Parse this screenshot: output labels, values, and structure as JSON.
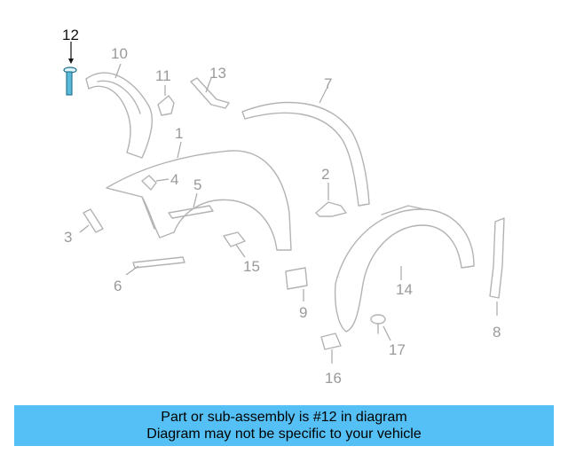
{
  "diagram": {
    "callouts": {
      "c1": "1",
      "c2": "2",
      "c3": "3",
      "c4": "4",
      "c5": "5",
      "c6": "6",
      "c7": "7",
      "c8": "8",
      "c9": "9",
      "c10": "10",
      "c11": "11",
      "c12": "12",
      "c13": "13",
      "c14": "14",
      "c15": "15",
      "c16": "16",
      "c17": "17"
    },
    "highlighted_part": "12",
    "colors": {
      "highlight": "#5ab8d8",
      "parts": "#b3b3b3",
      "banner": "#55c0f5"
    }
  },
  "banner": {
    "line1": "Part or sub-assembly is #12 in diagram",
    "line2": "Diagram may not be specific to your vehicle"
  }
}
